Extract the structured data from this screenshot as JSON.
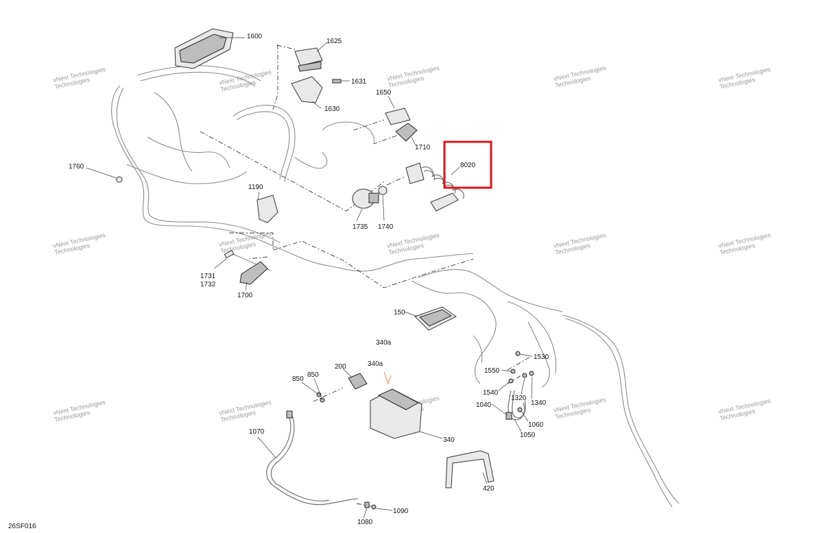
{
  "labels": {
    "p1600": "1600",
    "p1625": "1625",
    "p1631": "1631",
    "p1630": "1630",
    "p1650": "1650",
    "p1710": "1710",
    "p8020": "8020",
    "p1760": "1760",
    "p1190": "1190",
    "p1735": "1735",
    "p1740": "1740",
    "p1731": "1731",
    "p1732": "1732",
    "p1700": "1700",
    "p150": "150",
    "p340a_1": "340a",
    "p340a_2": "340a",
    "p200": "200",
    "p850_1": "850",
    "p850_2": "850",
    "p1530": "1530",
    "p1550": "1550",
    "p1540": "1540",
    "p1320": "1320",
    "p1340": "1340",
    "p1040": "1040",
    "p1060": "1060",
    "p1050": "1050",
    "p340": "340",
    "p1070": "1070",
    "p420": "420",
    "p1090": "1090",
    "p1080": "1080"
  },
  "figure_code": "26SF016",
  "watermark": {
    "line1": "vNext Technologies",
    "line2": "Technologies"
  },
  "highlight_color": "#e2121b"
}
